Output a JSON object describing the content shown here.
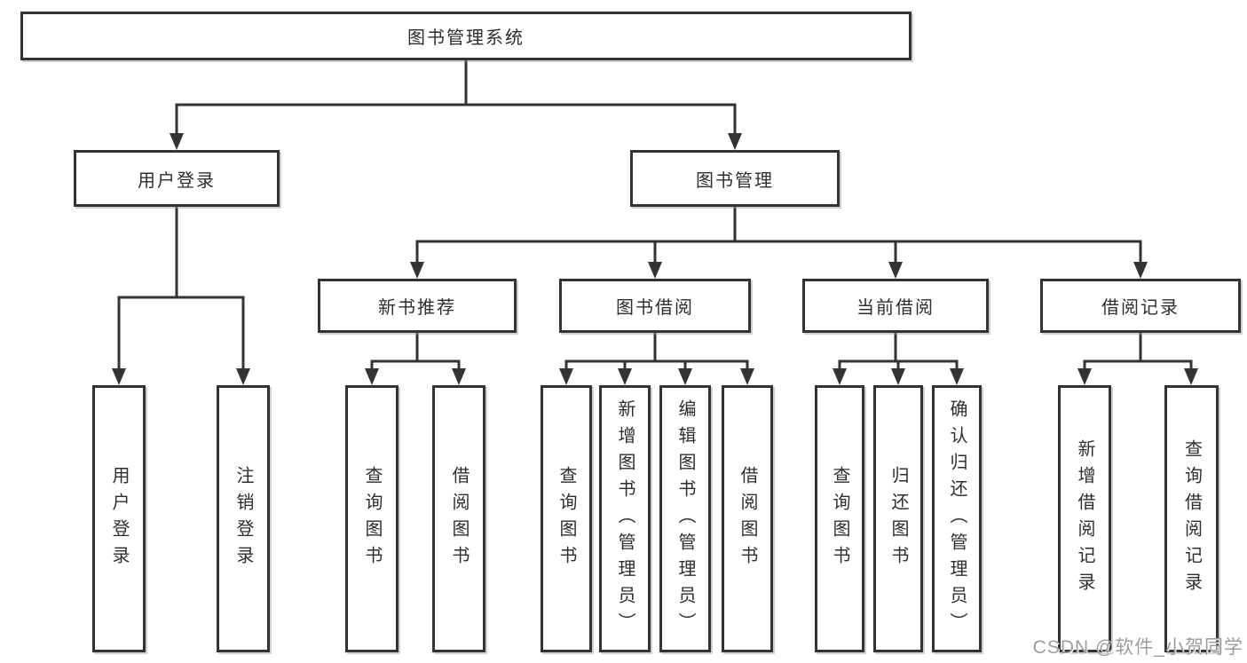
{
  "colors": {
    "line": "#333333",
    "box_border": "#333333",
    "box_fill": "#ffffff",
    "text": "#2e2e2e",
    "watermark": "#9c9c9c"
  },
  "watermark": "CSDN @软件_小贺同学",
  "tree": {
    "root": "图书管理系统",
    "branches": [
      {
        "label": "用户登录",
        "children": [
          "用户登录",
          "注销登录"
        ]
      },
      {
        "label": "图书管理",
        "sections": [
          {
            "label": "新书推荐",
            "children": [
              "查询图书",
              "借阅图书"
            ]
          },
          {
            "label": "图书借阅",
            "children": [
              "查询图书",
              "新增图书（管理员）",
              "编辑图书（管理员）",
              "借阅图书"
            ]
          },
          {
            "label": "当前借阅",
            "children": [
              "查询图书",
              "归还图书",
              "确认归还（管理员）"
            ]
          },
          {
            "label": "借阅记录",
            "children": [
              "新增借阅记录",
              "查询借阅记录"
            ]
          }
        ]
      }
    ]
  }
}
